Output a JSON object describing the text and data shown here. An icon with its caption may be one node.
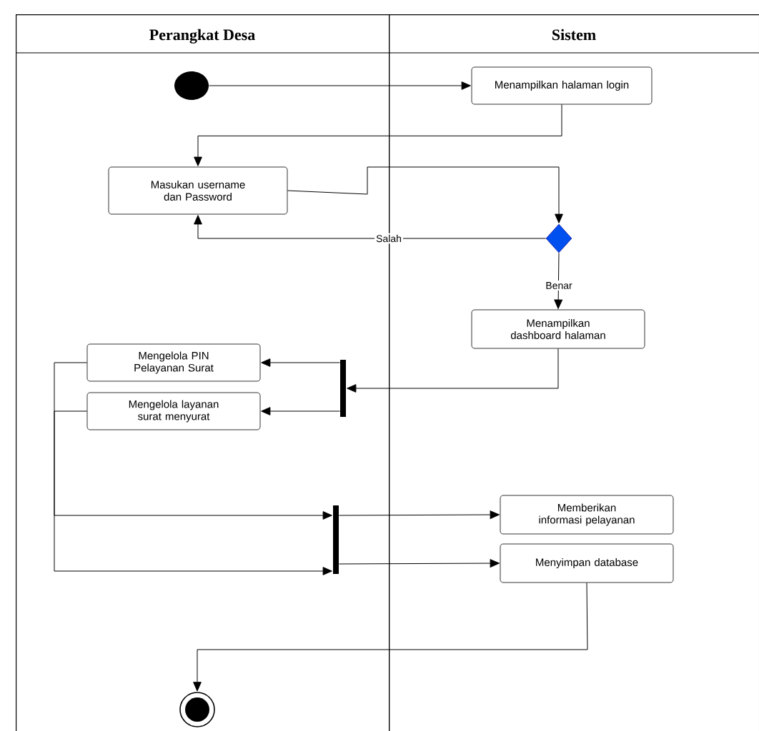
{
  "diagram": {
    "nodes": [
      {
        "text": [
          "Perangkat Desa"
        ]
      },
      {
        "text": [
          "Sistem"
        ]
      },
      {
        "text": [],
        "shape": "circle",
        "in": 0
      },
      {
        "text": [
          "Menampilkan halaman login"
        ],
        "in": 1
      },
      {
        "text": [
          "Masukan username dan Password"
        ],
        "in": 0
      },
      {
        "text": [],
        "shape": "diamond",
        "in": 1
      },
      {
        "text": [
          "Menampilkan dashboard halaman"
        ],
        "in": 1
      },
      {
        "text": [],
        "shape": "bar",
        "in": 0
      },
      {
        "text": [
          "Mengelola PIN Pelayanan Surat"
        ],
        "in": 0
      },
      {
        "text": [
          "Mengelola layanan surat menyurat"
        ],
        "in": 0
      },
      {
        "text": [],
        "shape": "bar",
        "in": 0
      },
      {
        "text": [
          "Memberikan informasi pelayanan"
        ],
        "in": 1
      },
      {
        "text": [
          "Menyimpan database"
        ],
        "in": 1
      },
      {
        "text": [],
        "shape": "circle",
        "in": 0
      }
    ],
    "edges": [
      {
        "from": 2,
        "to": 3,
        "arrow": "to"
      },
      {
        "from": 3,
        "to": 4,
        "arrow": "to"
      },
      {
        "from": 4,
        "to": 5,
        "arrow": "to"
      },
      {
        "from": 5,
        "to": 4,
        "arrow": "to",
        "label": "Salah"
      },
      {
        "from": 5,
        "to": 6,
        "arrow": "to",
        "label": "Benar"
      },
      {
        "from": 6,
        "to": 7,
        "arrow": "to"
      },
      {
        "from": 7,
        "to": 8,
        "arrow": "to"
      },
      {
        "from": 7,
        "to": 9,
        "arrow": "to"
      },
      {
        "from": 8,
        "to": 10,
        "arrow": "to"
      },
      {
        "from": 9,
        "to": 10,
        "arrow": "to"
      },
      {
        "from": 10,
        "to": 11,
        "arrow": "to"
      },
      {
        "from": 10,
        "to": 12,
        "arrow": "to"
      },
      {
        "from": 12,
        "to": 13,
        "arrow": "to"
      }
    ]
  }
}
